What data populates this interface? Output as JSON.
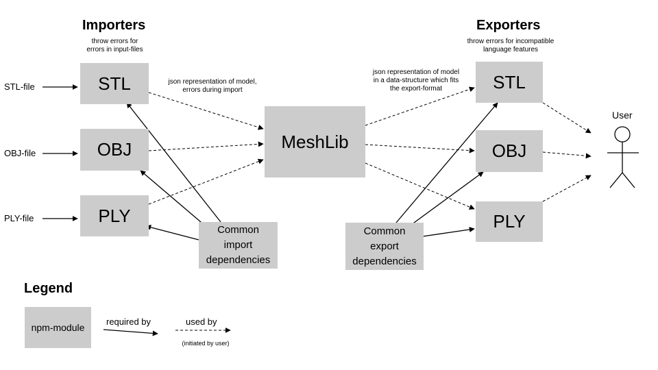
{
  "importers": {
    "heading": "Importers",
    "note_line1": "throw errors for",
    "note_line2": "errors in input-files",
    "modules": [
      "STL",
      "OBJ",
      "PLY"
    ],
    "inputs": [
      "STL-file",
      "OBJ-file",
      "PLY-file"
    ],
    "dependencies_line1": "Common import",
    "dependencies_line2": "dependencies"
  },
  "exporters": {
    "heading": "Exporters",
    "note_line1": "throw errors for incompatible",
    "note_line2": "language features",
    "modules": [
      "STL",
      "OBJ",
      "PLY"
    ],
    "dependencies_line1": "Common export",
    "dependencies_line2": "dependencies"
  },
  "core": {
    "label": "MeshLib"
  },
  "flow_notes": {
    "import_line1": "json representation of model,",
    "import_line2": "errors during import",
    "export_line1": "json representation of model",
    "export_line2": "in a data-structure which fits",
    "export_line3": "the export-format"
  },
  "user": {
    "label": "User"
  },
  "legend": {
    "heading": "Legend",
    "module_label": "npm-module",
    "required_by": "required by",
    "used_by": "used by",
    "used_by_note": "(initiated by user)"
  }
}
